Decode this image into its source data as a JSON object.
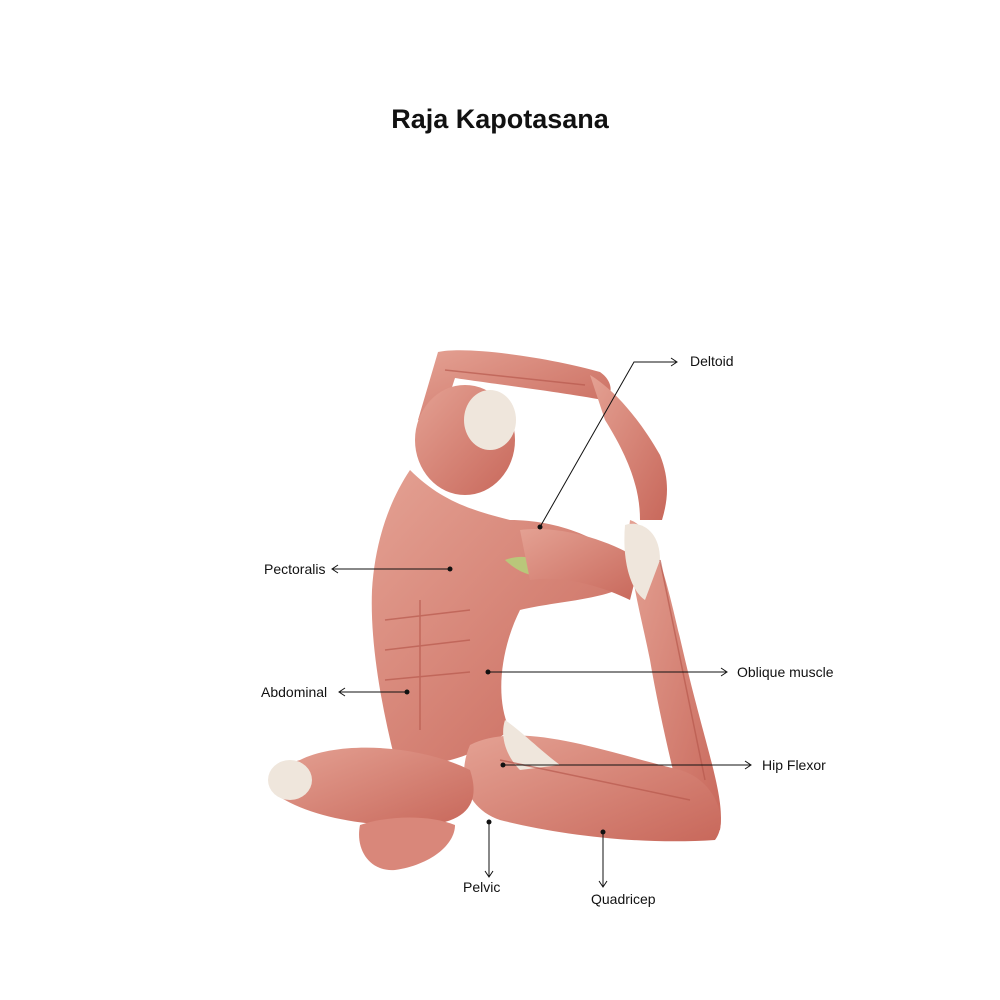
{
  "title": "Raja Kapotasana",
  "labels": {
    "deltoid": "Deltoid",
    "pectoralis": "Pectoralis",
    "oblique": "Oblique muscle",
    "abdominal": "Abdominal",
    "hip_flexor": "Hip Flexor",
    "pelvic": "Pelvic",
    "quadricep": "Quadricep"
  },
  "colors": {
    "muscle": "#d9877a",
    "muscle_dark": "#b85a4e",
    "tendon": "#f1e8de",
    "highlight": "#b9c77a",
    "line": "#111111"
  }
}
